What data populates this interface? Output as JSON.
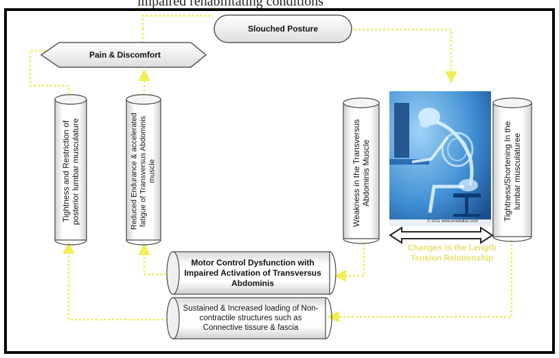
{
  "caption_fragment": "impaired rehabilitating conditions",
  "nodes": {
    "slouched_posture": "Slouched Posture",
    "pain_discomfort": "Pain & Discomfort",
    "tightness_posterior_lumbar": "Tightness and Restriction of posterior lumbar musculature",
    "reduced_endurance": "Reduced Endurance & accelerated fatigue of Transversus Abdominis muscle",
    "weakness_transversus": "Weakness in the Transversus Abdominis Muscle",
    "tightness_shortening_lumbar": "Tightness/Shortening In the lumbar musculaturee",
    "motor_control": "Motor Control Dysfunction with Impaired Activation of Transversus Abdominis",
    "sustained_loading": "Sustained & Increased loading of Non-contractile structures such as Connective tissure & fascia",
    "length_tension": "Changes in the Length Tension Relationship"
  },
  "photo_credit": "© 2011 www.eriedalton.com",
  "colors": {
    "arrow": "#f2ee55",
    "shape_fill": "#ffffff",
    "shape_stroke": "#333333",
    "skeleton_blue": "#2f8fd8"
  }
}
